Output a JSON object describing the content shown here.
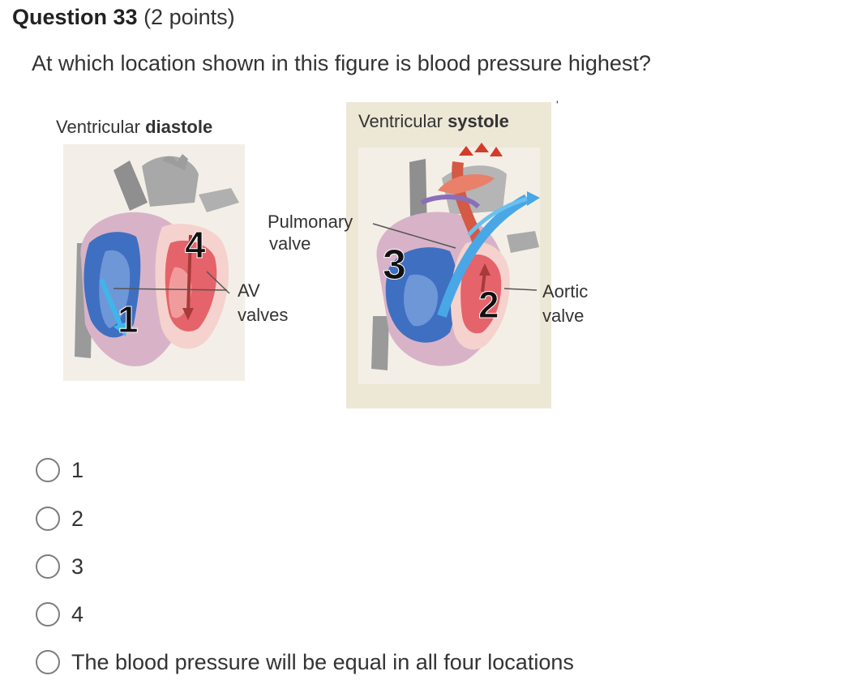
{
  "question": {
    "number_label": "Question 33",
    "points_label": "(2 points)",
    "prompt": "At which location shown in this figure is blood pressure highest?"
  },
  "figure": {
    "left_title_normal": "Ventricular ",
    "left_title_bold": "diastole",
    "right_title_normal": "Ventricular ",
    "right_title_bold": "systole",
    "label_pulmonary_1": "Pulmonary",
    "label_pulmonary_2": "valve",
    "label_av_1": "AV",
    "label_av_2": "valves",
    "label_aortic_1": "Aortic",
    "label_aortic_2": "valve",
    "marker_1": "1",
    "marker_2": "2",
    "marker_3": "3",
    "marker_4": "4",
    "stray_mark": "'"
  },
  "choices": [
    {
      "label": "1"
    },
    {
      "label": "2"
    },
    {
      "label": "3"
    },
    {
      "label": "4"
    },
    {
      "label": "The blood pressure will be equal in all four locations"
    }
  ]
}
